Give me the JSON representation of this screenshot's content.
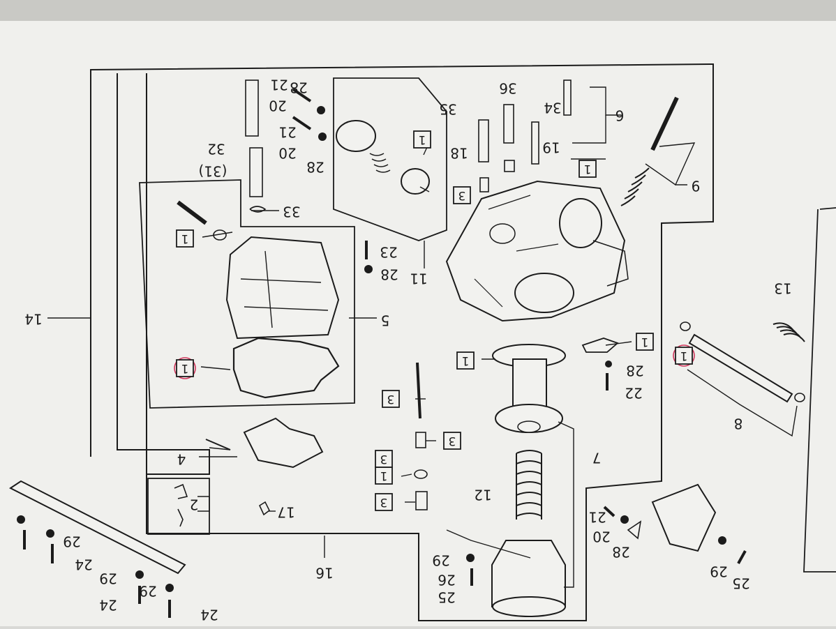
{
  "labels": {
    "l14": "14",
    "l16": "16",
    "l5": "5",
    "l11": "11",
    "l6": "6",
    "l9": "9",
    "l13": "13",
    "l8": "8",
    "l7": "7",
    "l12": "12",
    "l4": "4",
    "l2": "2",
    "l17": "17",
    "l18": "18",
    "l19": "19",
    "l20a": "20",
    "l20b": "20",
    "l20c": "20",
    "l21a": "21",
    "l21b": "21",
    "l21c": "21",
    "l22": "22",
    "l23": "23",
    "l25a": "25",
    "l25b": "25",
    "l26": "26",
    "l28a": "28",
    "l28b": "28",
    "l28c": "28",
    "l28d": "28",
    "l28e": "28",
    "l29a": "29",
    "l29b": "29",
    "l29c": "29",
    "l29d": "29",
    "l29e": "29",
    "l24a": "24",
    "l24b": "24",
    "l24c": "24",
    "l31": "(31)",
    "l32": "32",
    "l33": "33",
    "l34": "34",
    "l35": "35",
    "l36": "36"
  },
  "boxes": {
    "b1a": "1",
    "b1b": "1",
    "b1c": "1",
    "b1d": "1",
    "b1e": "1",
    "b1f": "1",
    "b1g": "1",
    "b1h": "1",
    "b3a": "3",
    "b3b": "3",
    "b3c": "3",
    "b3d": "3",
    "b3e": "3"
  },
  "colors": {
    "ink": "#1b1b1b",
    "paper": "#f2f2ef",
    "highlight": "#d0345a"
  }
}
